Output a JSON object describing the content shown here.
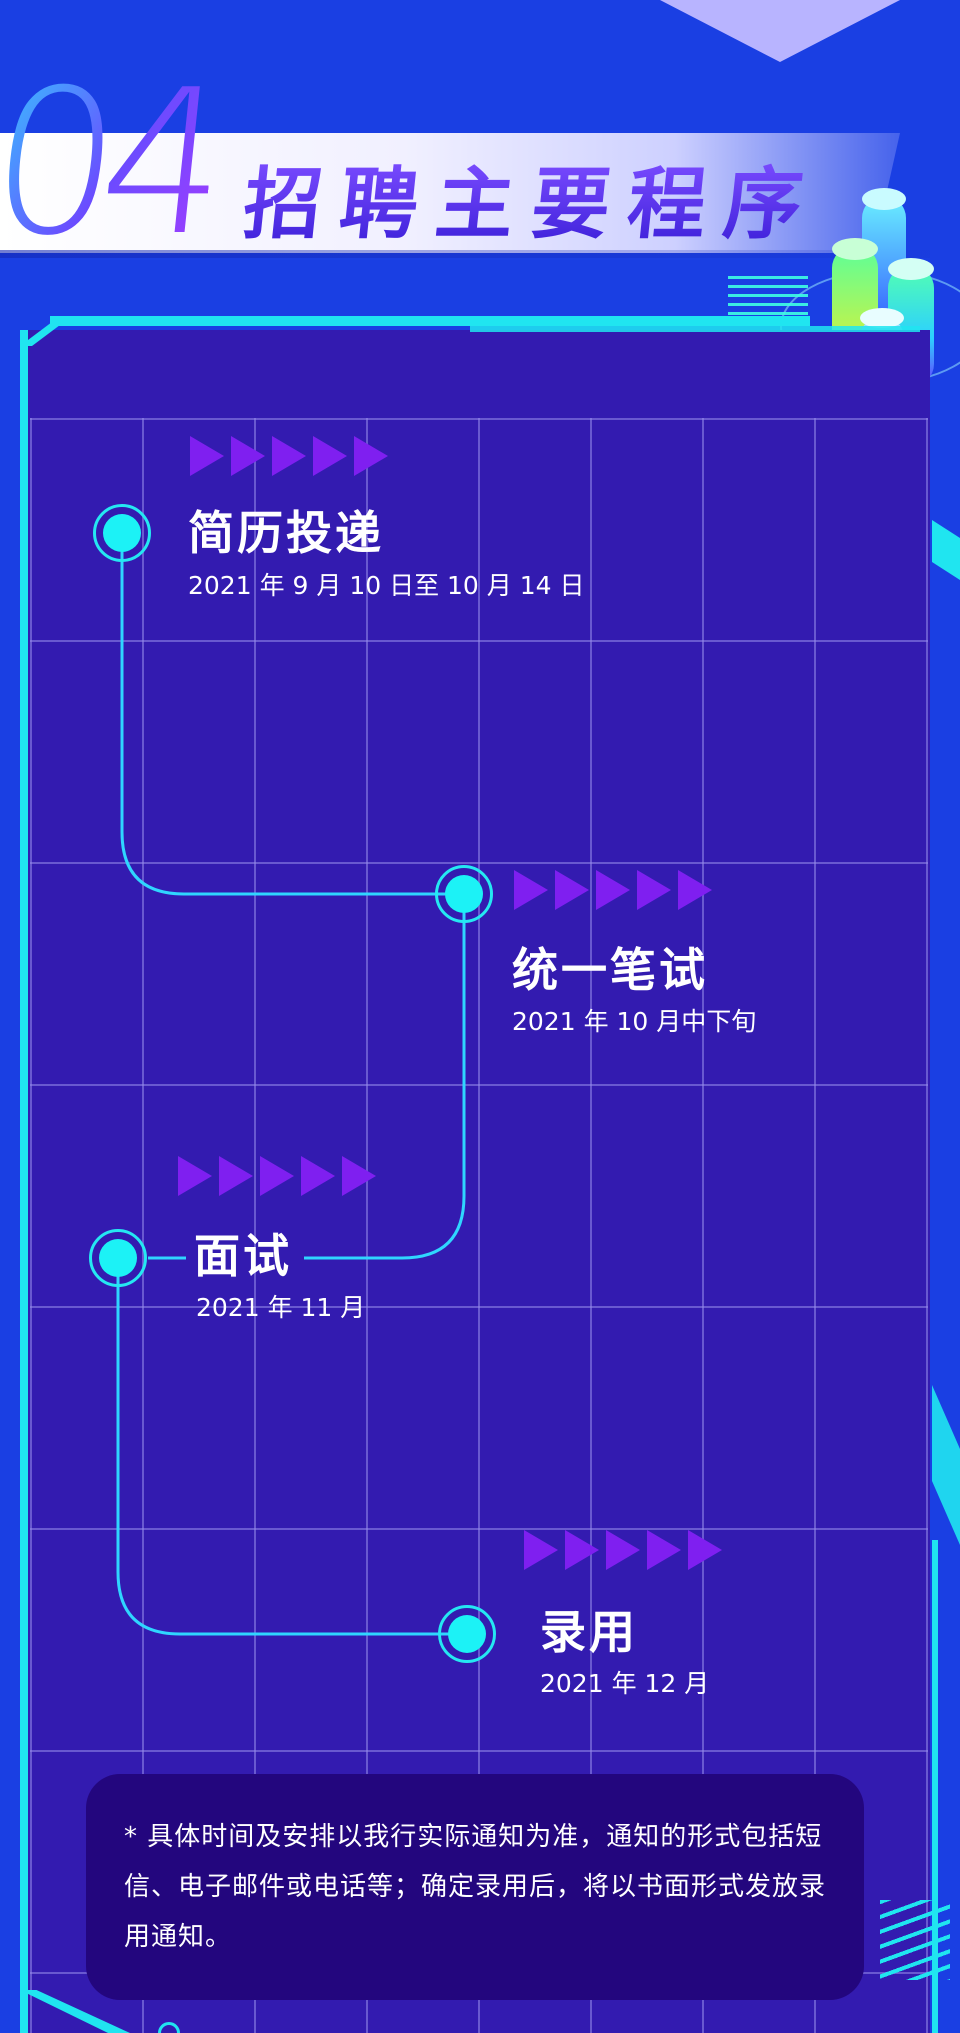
{
  "header": {
    "section_number": "04",
    "section_title": "招聘主要程序"
  },
  "steps": [
    {
      "title": "简历投递",
      "date": "2021 年 9 月 10 日至 10 月 14 日"
    },
    {
      "title": "统一笔试",
      "date": "2021 年 10 月中下旬"
    },
    {
      "title": "面试",
      "date": "2021 年 11 月"
    },
    {
      "title": "录用",
      "date": "2021 年 12 月"
    }
  ],
  "note": {
    "text": "* 具体时间及安排以我行实际通知为准，通知的形式包括短信、电子邮件或电话等；确定录用后，将以书面形式发放录用通知。"
  },
  "colors": {
    "background": "#1a3fe3",
    "panel": "#331bb0",
    "accent_cyan": "#20e5f0",
    "node": "#1cf2f6",
    "arrow": "#7f1ff0",
    "note_bg": "#23067e"
  }
}
